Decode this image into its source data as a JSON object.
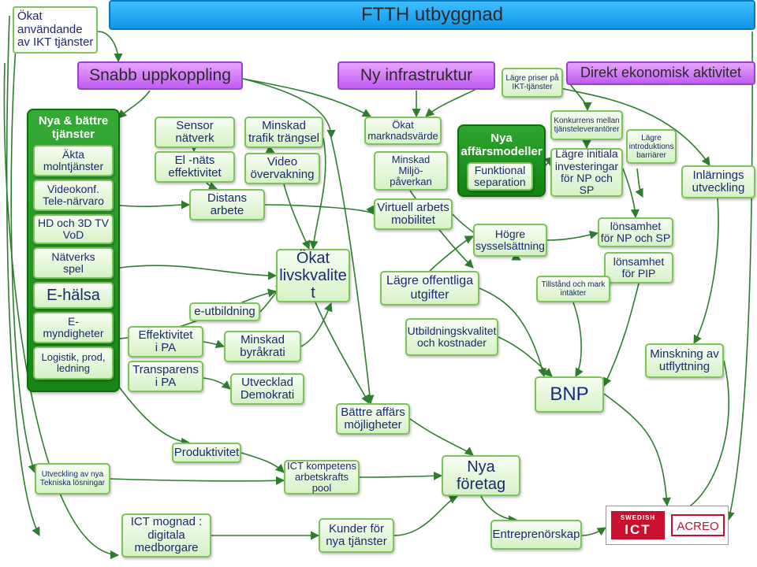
{
  "title": "FTTH utbyggnad",
  "headers": {
    "snabb": "Snabb uppkoppling",
    "ny_infra": "Ny infrastruktur",
    "direkt": "Direkt ekonomisk aktivitet"
  },
  "top_left": "Ökat\nanvändande\nav IKT tjänster",
  "lagre_priser": "Lägre priser på\nIKT-tjänster",
  "services_group": {
    "heading": "Nya & bättre\ntjänster",
    "moln": "Äkta\nmolntjänster",
    "videokonf": "Videokonf.\nTele-närvaro",
    "hd": "HD och 3D TV\nVoD",
    "natverk": "Nätverks\nspel",
    "ehalsa": "E-hälsa",
    "emynd": "E-\nmyndigheter",
    "logistik": "Logistik, prod,\nledning"
  },
  "nodes": {
    "sensor": "Sensor\nnätverk",
    "elnats": "El -näts\neffektivitet",
    "distans": "Distans\narbete",
    "trafik": "Minskad\ntrafik trängsel",
    "video": "Video\növervakning",
    "livskvalitet": "Ökat\nlivskvalite\nt",
    "eutbildning": "e-utbildning",
    "effektivitet": "Effektivitet\ni PA",
    "transparens": "Transparens\ni PA",
    "byrakrati": "Minskad\nbyråkrati",
    "demokrati": "Utvecklad\nDemokrati",
    "marknadsvarde": "Ökat\nmarknadsvärde",
    "miljo": "Minskad\nMiljö-\npåverkan",
    "virtuell": "Virtuell arbets\nmobilitet",
    "offentliga": "Lägre offentliga\nutgifter",
    "utbkval": "Utbildningskvalitet\noch kostnader",
    "affarer": "Bättre affärs\nmöjligheter",
    "nyaaff": "Nya\naffärsmodeller",
    "funktionell": "Funktional\nseparation",
    "konkurrens": "Konkurrens mellan\ntjänsteleverantörer",
    "initiala": "Lägre initiala\ninvesteringar\nför NP och SP",
    "introd": "Lägre\nintroduktions\nbarriärer",
    "inlarnings": "Inlärnings\nutveckling",
    "sysselsattning": "Högre\nsysselsättning",
    "lonsam_npsp": "lönsamhet\nför NP och SP",
    "lonsam_pip": "lönsamhet\nför PIP",
    "tillstand": "Tillstånd och mark\nintäkter",
    "bnp": "BNP",
    "utflyttning": "Minskning av\nutflyttning",
    "produktivitet": "Produktivitet",
    "utveckling": "Utveckling av  nya\nTekniska lösningar",
    "ictkomp": "ICT kompetens\narbetskrafts pool",
    "nyaforetag": "Nya\nföretag",
    "ictmognad": "ICT mognad :\ndigitala\nmedborgare",
    "kunder": "Kunder för\nnya tjänster",
    "entrepren": "Entreprenörskap"
  },
  "logos": {
    "swedish": "SWEDISH",
    "ict": "ICT",
    "acreo": "ACREO"
  },
  "colors": {
    "green_border": "#7cc45a",
    "dark_green": "#168716",
    "arrow": "#2e7d2e",
    "title_blue": "#1a9de8",
    "purple": "#c05cf0",
    "logo_red": "#c8102e"
  }
}
